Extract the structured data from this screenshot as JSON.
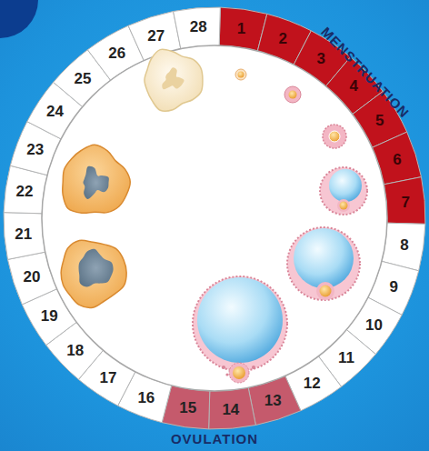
{
  "diagram": {
    "labels": [
      "1",
      "2",
      "3",
      "4",
      "5",
      "6",
      "7",
      "8",
      "9",
      "10",
      "11",
      "12",
      "13",
      "14",
      "15",
      "16",
      "17",
      "18",
      "19",
      "20",
      "21",
      "22",
      "23",
      "24",
      "25",
      "26",
      "27",
      "28",
      "MENSTRUATION",
      "OVULATION"
    ]
  }
}
